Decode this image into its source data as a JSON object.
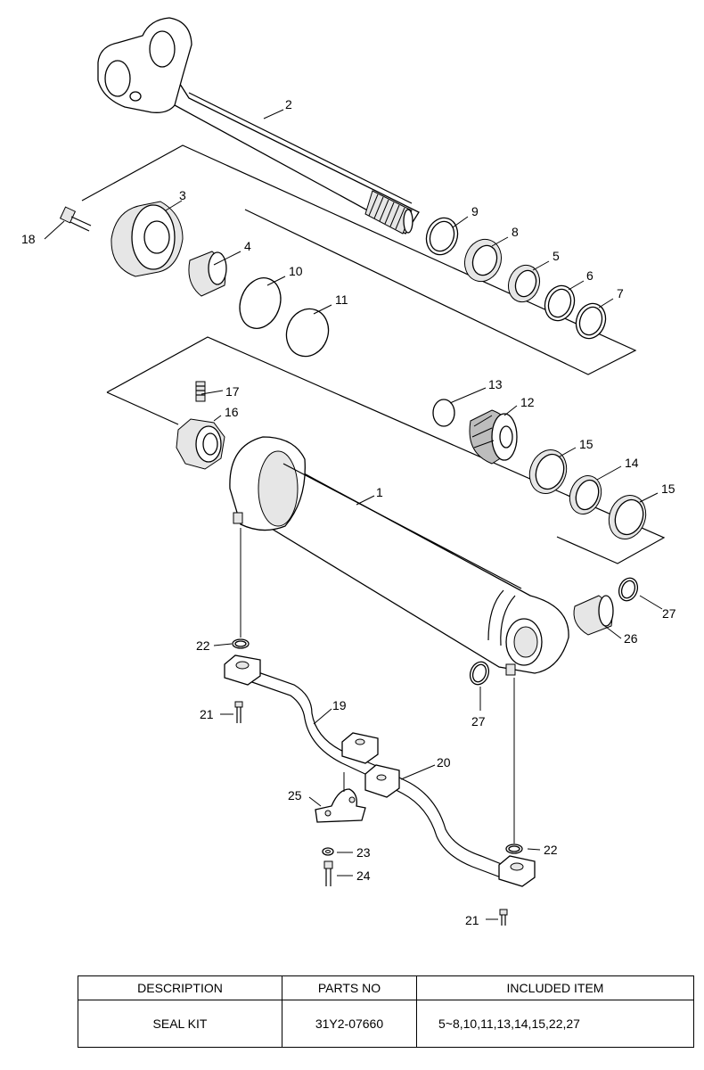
{
  "callouts": {
    "c1": "1",
    "c2": "2",
    "c3": "3",
    "c4": "4",
    "c5": "5",
    "c6": "6",
    "c7": "7",
    "c8": "8",
    "c9": "9",
    "c10": "10",
    "c11": "11",
    "c12": "12",
    "c13": "13",
    "c14": "14",
    "c15a": "15",
    "c15b": "15",
    "c16": "16",
    "c17": "17",
    "c18": "18",
    "c19": "19",
    "c20": "20",
    "c21a": "21",
    "c21b": "21",
    "c22a": "22",
    "c22b": "22",
    "c23": "23",
    "c24": "24",
    "c25": "25",
    "c26": "26",
    "c27a": "27",
    "c27b": "27"
  },
  "table": {
    "headers": [
      "DESCRIPTION",
      "PARTS NO",
      "INCLUDED ITEM"
    ],
    "rows": [
      [
        "SEAL KIT",
        "31Y2-07660",
        "5~8,10,11,13,14,15,22,27"
      ]
    ]
  }
}
